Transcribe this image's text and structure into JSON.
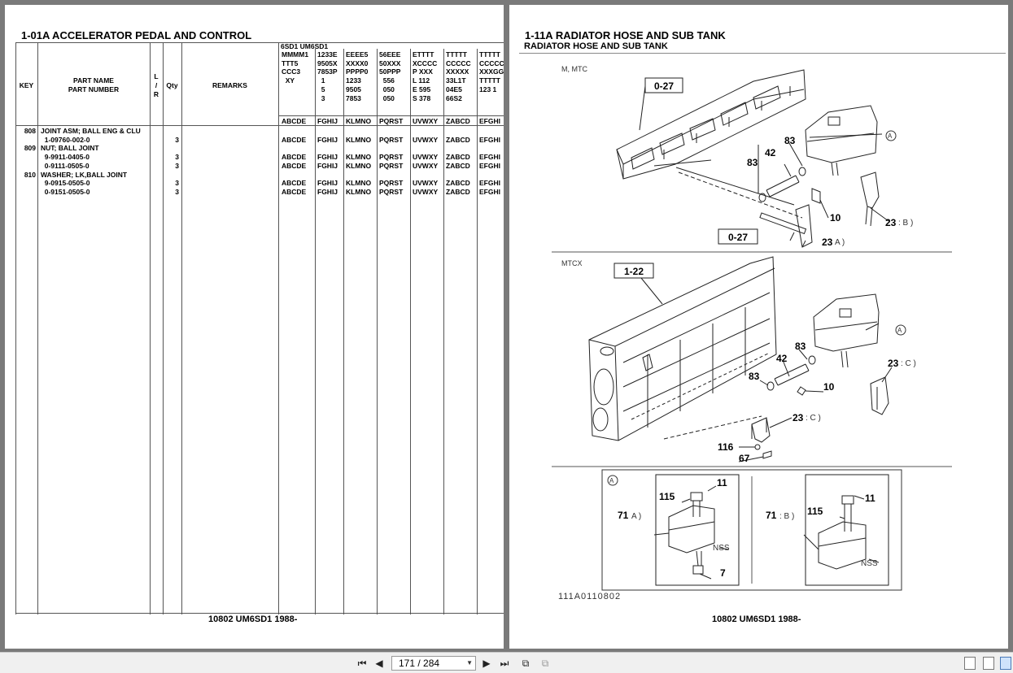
{
  "left_page": {
    "title": "1-01A  ACCELERATOR PEDAL AND CONTROL",
    "table": {
      "headers": {
        "key": "KEY",
        "part_name": "PART NAME",
        "part_number": "PART NUMBER",
        "lr_l": "L",
        "lr_sep": "/",
        "lr_r": "R",
        "qty": "Qty",
        "remarks": "REMARKS",
        "model_group": "6SD1  UM6SD1"
      },
      "code_columns": [
        {
          "lines": "MMMM1\nTTT5\nCCC3\n  XY",
          "code": "ABCDE"
        },
        {
          "lines": "1233E\n9505X\n7853P\n  1\n  5\n  3",
          "code": "FGHIJ"
        },
        {
          "lines": "EEEE5\nXXXX0\nPPPP0\n1233\n9505\n7853",
          "code": "KLMNO"
        },
        {
          "lines": "56EEE\n50XXX\n50PPP\n  556\n  050\n  050",
          "code": "PQRST"
        },
        {
          "lines": "ETTTT\nXCCCC\nP XXX\nL 112\nE 595\nS 378",
          "code": "UVWXY"
        },
        {
          "lines": "TTTTT\nCCCCC\nXXXXX\n33L1T\n04E5\n66S2",
          "code": "ZABCD"
        },
        {
          "lines": "TTTTT\nCCCCC\nXXXGG\nTTTTT\n123 1",
          "code": "EFGHI"
        }
      ],
      "rows": [
        {
          "key": "808",
          "name": "JOINT ASM; BALL ENG & CLU",
          "qty": "",
          "codes": [
            "",
            "",
            "",
            "",
            "",
            "",
            ""
          ]
        },
        {
          "key": "",
          "name": "  1-09760-002-0",
          "qty": "3",
          "codes": [
            "ABCDE",
            "FGHIJ",
            "KLMNO",
            "PQRST",
            "UVWXY",
            "ZABCD",
            "EFGHI"
          ]
        },
        {
          "key": "809",
          "name": "NUT; BALL JOINT",
          "qty": "",
          "codes": [
            "",
            "",
            "",
            "",
            "",
            "",
            ""
          ]
        },
        {
          "key": "",
          "name": "  9-9911-0405-0",
          "qty": "3",
          "codes": [
            "ABCDE",
            "FGHIJ",
            "KLMNO",
            "PQRST",
            "UVWXY",
            "ZABCD",
            "EFGHI"
          ]
        },
        {
          "key": "",
          "name": "  0-9111-0505-0",
          "qty": "3",
          "codes": [
            "ABCDE",
            "FGHIJ",
            "KLMNO",
            "PQRST",
            "UVWXY",
            "ZABCD",
            "EFGHI"
          ]
        },
        {
          "key": "810",
          "name": "WASHER; LK,BALL JOINT",
          "qty": "",
          "codes": [
            "",
            "",
            "",
            "",
            "",
            "",
            ""
          ]
        },
        {
          "key": "",
          "name": "  9-0915-0505-0",
          "qty": "3",
          "codes": [
            "ABCDE",
            "FGHIJ",
            "KLMNO",
            "PQRST",
            "UVWXY",
            "ZABCD",
            "EFGHI"
          ]
        },
        {
          "key": "",
          "name": "  0-9151-0505-0",
          "qty": "3",
          "codes": [
            "ABCDE",
            "FGHIJ",
            "KLMNO",
            "PQRST",
            "UVWXY",
            "ZABCD",
            "EFGHI"
          ]
        }
      ]
    },
    "footer": "10802 UM6SD1 1988-"
  },
  "right_page": {
    "title": "1-11A  RADIATOR HOSE AND SUB TANK",
    "subtitle": "RADIATOR HOSE AND SUB TANK",
    "diagram": {
      "panel1": {
        "variant": "M, MTC",
        "ref_top": "0-27",
        "ref_bottom": "0-27",
        "callouts": [
          "83",
          "42",
          "83",
          "10",
          "23",
          "A )",
          "23",
          ": B )",
          "A"
        ]
      },
      "panel2": {
        "variant": "MTCX",
        "ref": "1-22",
        "callouts": [
          "83",
          "42",
          "83",
          "10",
          "23",
          ": C )",
          "23",
          ": C )",
          "116",
          "67",
          "A"
        ]
      },
      "panel3": {
        "marker": "A",
        "left": {
          "c71": "71",
          "suffix": "A )",
          "c115": "115",
          "c11": "11",
          "nss": "NSS",
          "c7": "7"
        },
        "right": {
          "c71": "71",
          "suffix": ": B )",
          "c115": "115",
          "c11": "11",
          "nss": "NSS"
        }
      },
      "drawing_number": "111A0110802"
    },
    "footer": "10802 UM6SD1 1988-"
  },
  "toolbar": {
    "page_indicator": "171 / 284",
    "icons": [
      "first-page-icon",
      "prev-page-icon",
      "next-page-icon",
      "last-page-icon",
      "fit-page-icon",
      "fit-width-icon",
      "single-page-view-icon",
      "continuous-view-icon",
      "facing-view-icon"
    ]
  }
}
